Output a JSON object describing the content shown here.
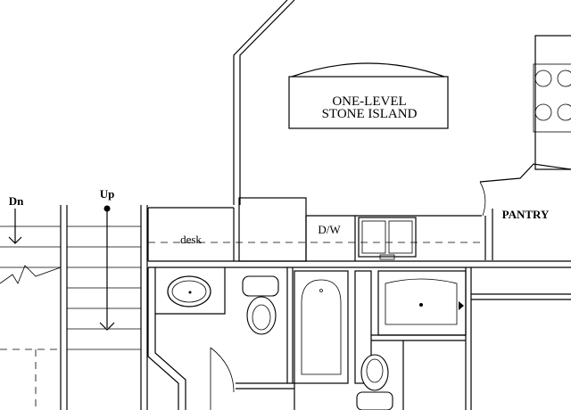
{
  "labels": {
    "island_line1": "ONE-LEVEL",
    "island_line2": "STONE ISLAND",
    "pantry": "PANTRY",
    "desk": "desk",
    "dishwasher": "D/W",
    "stairs_up": "Up",
    "stairs_down": "Dn"
  }
}
